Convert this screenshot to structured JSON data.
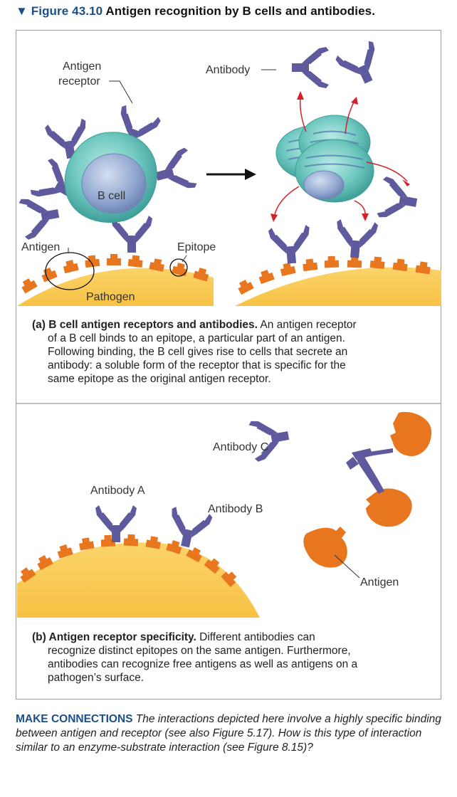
{
  "figure": {
    "marker": "▼",
    "number": "Figure 43.10",
    "title": "Antigen recognition by B cells and antibodies."
  },
  "panel_a": {
    "labels": {
      "antigen_receptor_line1": "Antigen",
      "antigen_receptor_line2": "receptor",
      "antibody": "Antibody",
      "b_cell": "B cell",
      "antigen": "Antigen",
      "epitope": "Epitope",
      "pathogen": "Pathogen"
    },
    "caption_lead": "(a) B cell antigen receptors and antibodies.",
    "caption_lines": [
      " An antigen receptor",
      "of a B cell binds to an epitope, a particular part of an antigen.",
      "Following binding, the B cell gives rise to cells that secrete an",
      "antibody: a soluble form of the receptor that is specific for the",
      "same epitope as the original antigen receptor."
    ]
  },
  "panel_b": {
    "labels": {
      "antibody_a": "Antibody A",
      "antibody_b": "Antibody B",
      "antibody_c": "Antibody C",
      "antigen": "Antigen"
    },
    "caption_lead": "(b) Antigen receptor specificity.",
    "caption_lines": [
      " Different antibodies can",
      "recognize distinct epitopes on the same antigen. Furthermore,",
      "antibodies can recognize free antigens as well as antigens on a",
      "pathogen’s surface."
    ]
  },
  "make_connections": {
    "heading": "MAKE CONNECTIONS",
    "text": " The interactions depicted here involve a highly specific binding between antigen and receptor (see also Figure 5.17). How is this type of interaction similar to an enzyme-substrate interaction (see Figure 8.15)?"
  },
  "colors": {
    "title_blue": "#1b4f8a",
    "antibody_purple": "#5f5a9e",
    "antigen_orange": "#e8761f",
    "pathogen_yellow": "#fbd36a",
    "cell_teal": "#6fc8c0",
    "nucleus_blue": "#8fa6cf",
    "arrow_red": "#d4212a"
  }
}
